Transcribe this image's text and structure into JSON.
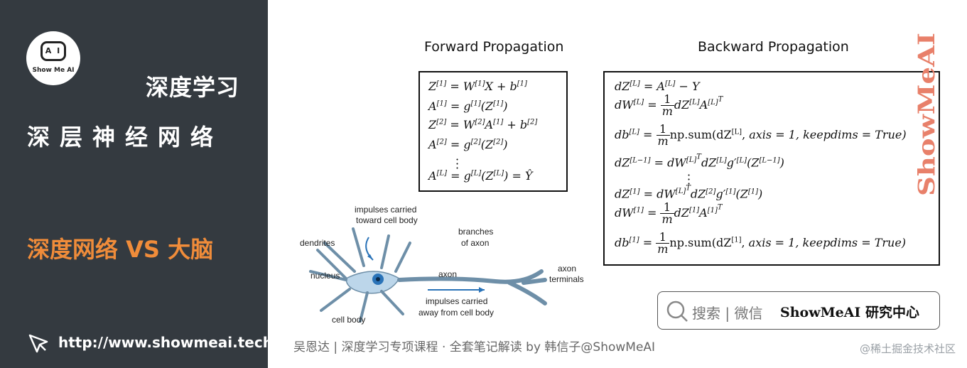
{
  "sidebar": {
    "logo_text": "Show Me AI",
    "logo_face": "A I",
    "title1": "深度学习",
    "title2": "深层神经网络",
    "highlight": "深度网络 VS 大脑",
    "url": "http://www.showmeai.tech/",
    "accent_color": "#f08c3a",
    "bg_color": "#343a40"
  },
  "forward": {
    "heading": "Forward Propagation"
  },
  "backward": {
    "heading": "Backward Propagation"
  },
  "neuron": {
    "label_impulses_toward_1": "impulses carried",
    "label_impulses_toward_2": "toward cell body",
    "label_dendrites": "dendrites",
    "label_nucleus": "nucleus",
    "label_branches_1": "branches",
    "label_branches_2": "of axon",
    "label_axon": "axon",
    "label_axon_terminals_1": "axon",
    "label_axon_terminals_2": "terminals",
    "label_impulses_away_1": "impulses carried",
    "label_impulses_away_2": "away from cell body",
    "label_cell_body": "cell body"
  },
  "search": {
    "placeholder": "搜索 | 微信",
    "brand": "ShowMeAI",
    "brand_suffix": "研究中心"
  },
  "brand_vertical": "ShowMeAI",
  "credit": "吴恩达 | 深度学习专项课程 · 全套笔记解读 by 韩信子@ShowMeAI",
  "watermark": "@稀土掘金技术社区"
}
